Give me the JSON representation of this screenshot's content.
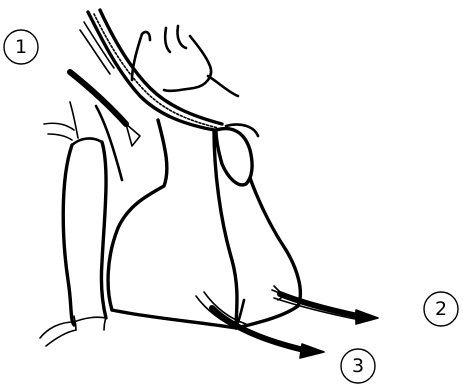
{
  "labels": [
    {
      "id": "label-1",
      "text": "1"
    },
    {
      "id": "label-2",
      "text": "2"
    },
    {
      "id": "label-3",
      "text": "3"
    }
  ],
  "colors": {
    "ink": "#000000",
    "background": "#ffffff"
  }
}
